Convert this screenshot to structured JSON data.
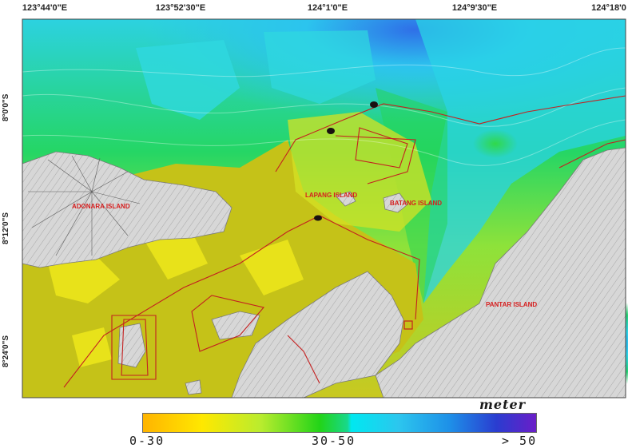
{
  "map": {
    "longitude_ticks": [
      "123°44'0\"E",
      "123°52'30\"E",
      "124°1'0\"E",
      "124°9'30\"E",
      "124°18'0"
    ],
    "latitude_ticks": [
      "8°0'0\"S",
      "8°12'0\"S",
      "8°24'0\"S"
    ],
    "islands": [
      {
        "name": "Adonara Island"
      },
      {
        "name": "Lapang Island"
      },
      {
        "name": "Batang Island"
      },
      {
        "name": "Pantar Island"
      }
    ]
  },
  "legend": {
    "title": "meter",
    "classes": [
      "0-30",
      "30-50",
      "> 50"
    ],
    "colors": {
      "shallow": "#ffe800",
      "middle": "#22d418",
      "deep": "#2a3cd0"
    }
  }
}
